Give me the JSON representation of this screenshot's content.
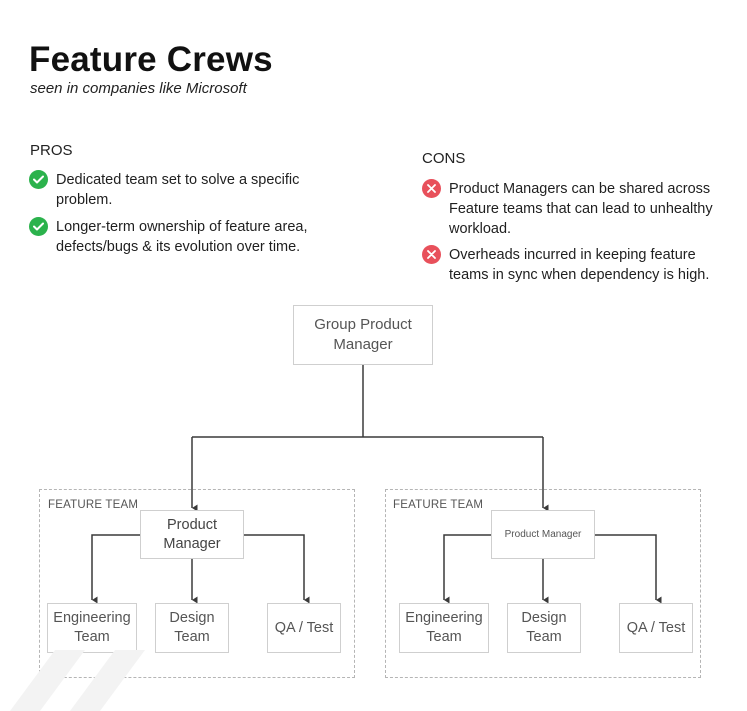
{
  "header": {
    "title": "Feature Crews",
    "subtitle": "seen in companies like Microsoft"
  },
  "pros": {
    "heading": "PROS",
    "items": [
      {
        "icon": "check-icon",
        "line1": "Dedicated team set to solve a specific",
        "line2": "problem."
      },
      {
        "icon": "check-icon",
        "line1": "Longer-term ownership of feature area,",
        "line2": "defects/bugs & its evolution over time."
      }
    ]
  },
  "cons": {
    "heading": "CONS",
    "items": [
      {
        "icon": "x-icon",
        "line1": "Product Managers can be shared across",
        "line2": "Feature teams that can lead to unhealthy",
        "line3": "workload."
      },
      {
        "icon": "x-icon",
        "line1": "Overheads incurred in keeping feature",
        "line2": "teams in sync when dependency is high."
      }
    ]
  },
  "org": {
    "root": {
      "line1": "Group Product",
      "line2": "Manager"
    },
    "teams": [
      {
        "label": "FEATURE TEAM",
        "manager": {
          "line1": "Product",
          "line2": "Manager"
        },
        "children": [
          {
            "line1": "Engineering",
            "line2": "Team"
          },
          {
            "line1": "Design",
            "line2": "Team"
          },
          {
            "line1": "QA / Test",
            "line2": ""
          }
        ]
      },
      {
        "label": "FEATURE TEAM",
        "manager": {
          "line1": "Product Manager",
          "line2": ""
        },
        "children": [
          {
            "line1": "Engineering",
            "line2": "Team"
          },
          {
            "line1": "Design",
            "line2": "Team"
          },
          {
            "line1": "QA / Test",
            "line2": ""
          }
        ]
      }
    ]
  },
  "colors": {
    "check": "#2bb24c",
    "cross": "#e8505b",
    "connector": "#3a3a3a",
    "node_border": "#cfcfcf",
    "team_border": "#b5b5b5"
  }
}
